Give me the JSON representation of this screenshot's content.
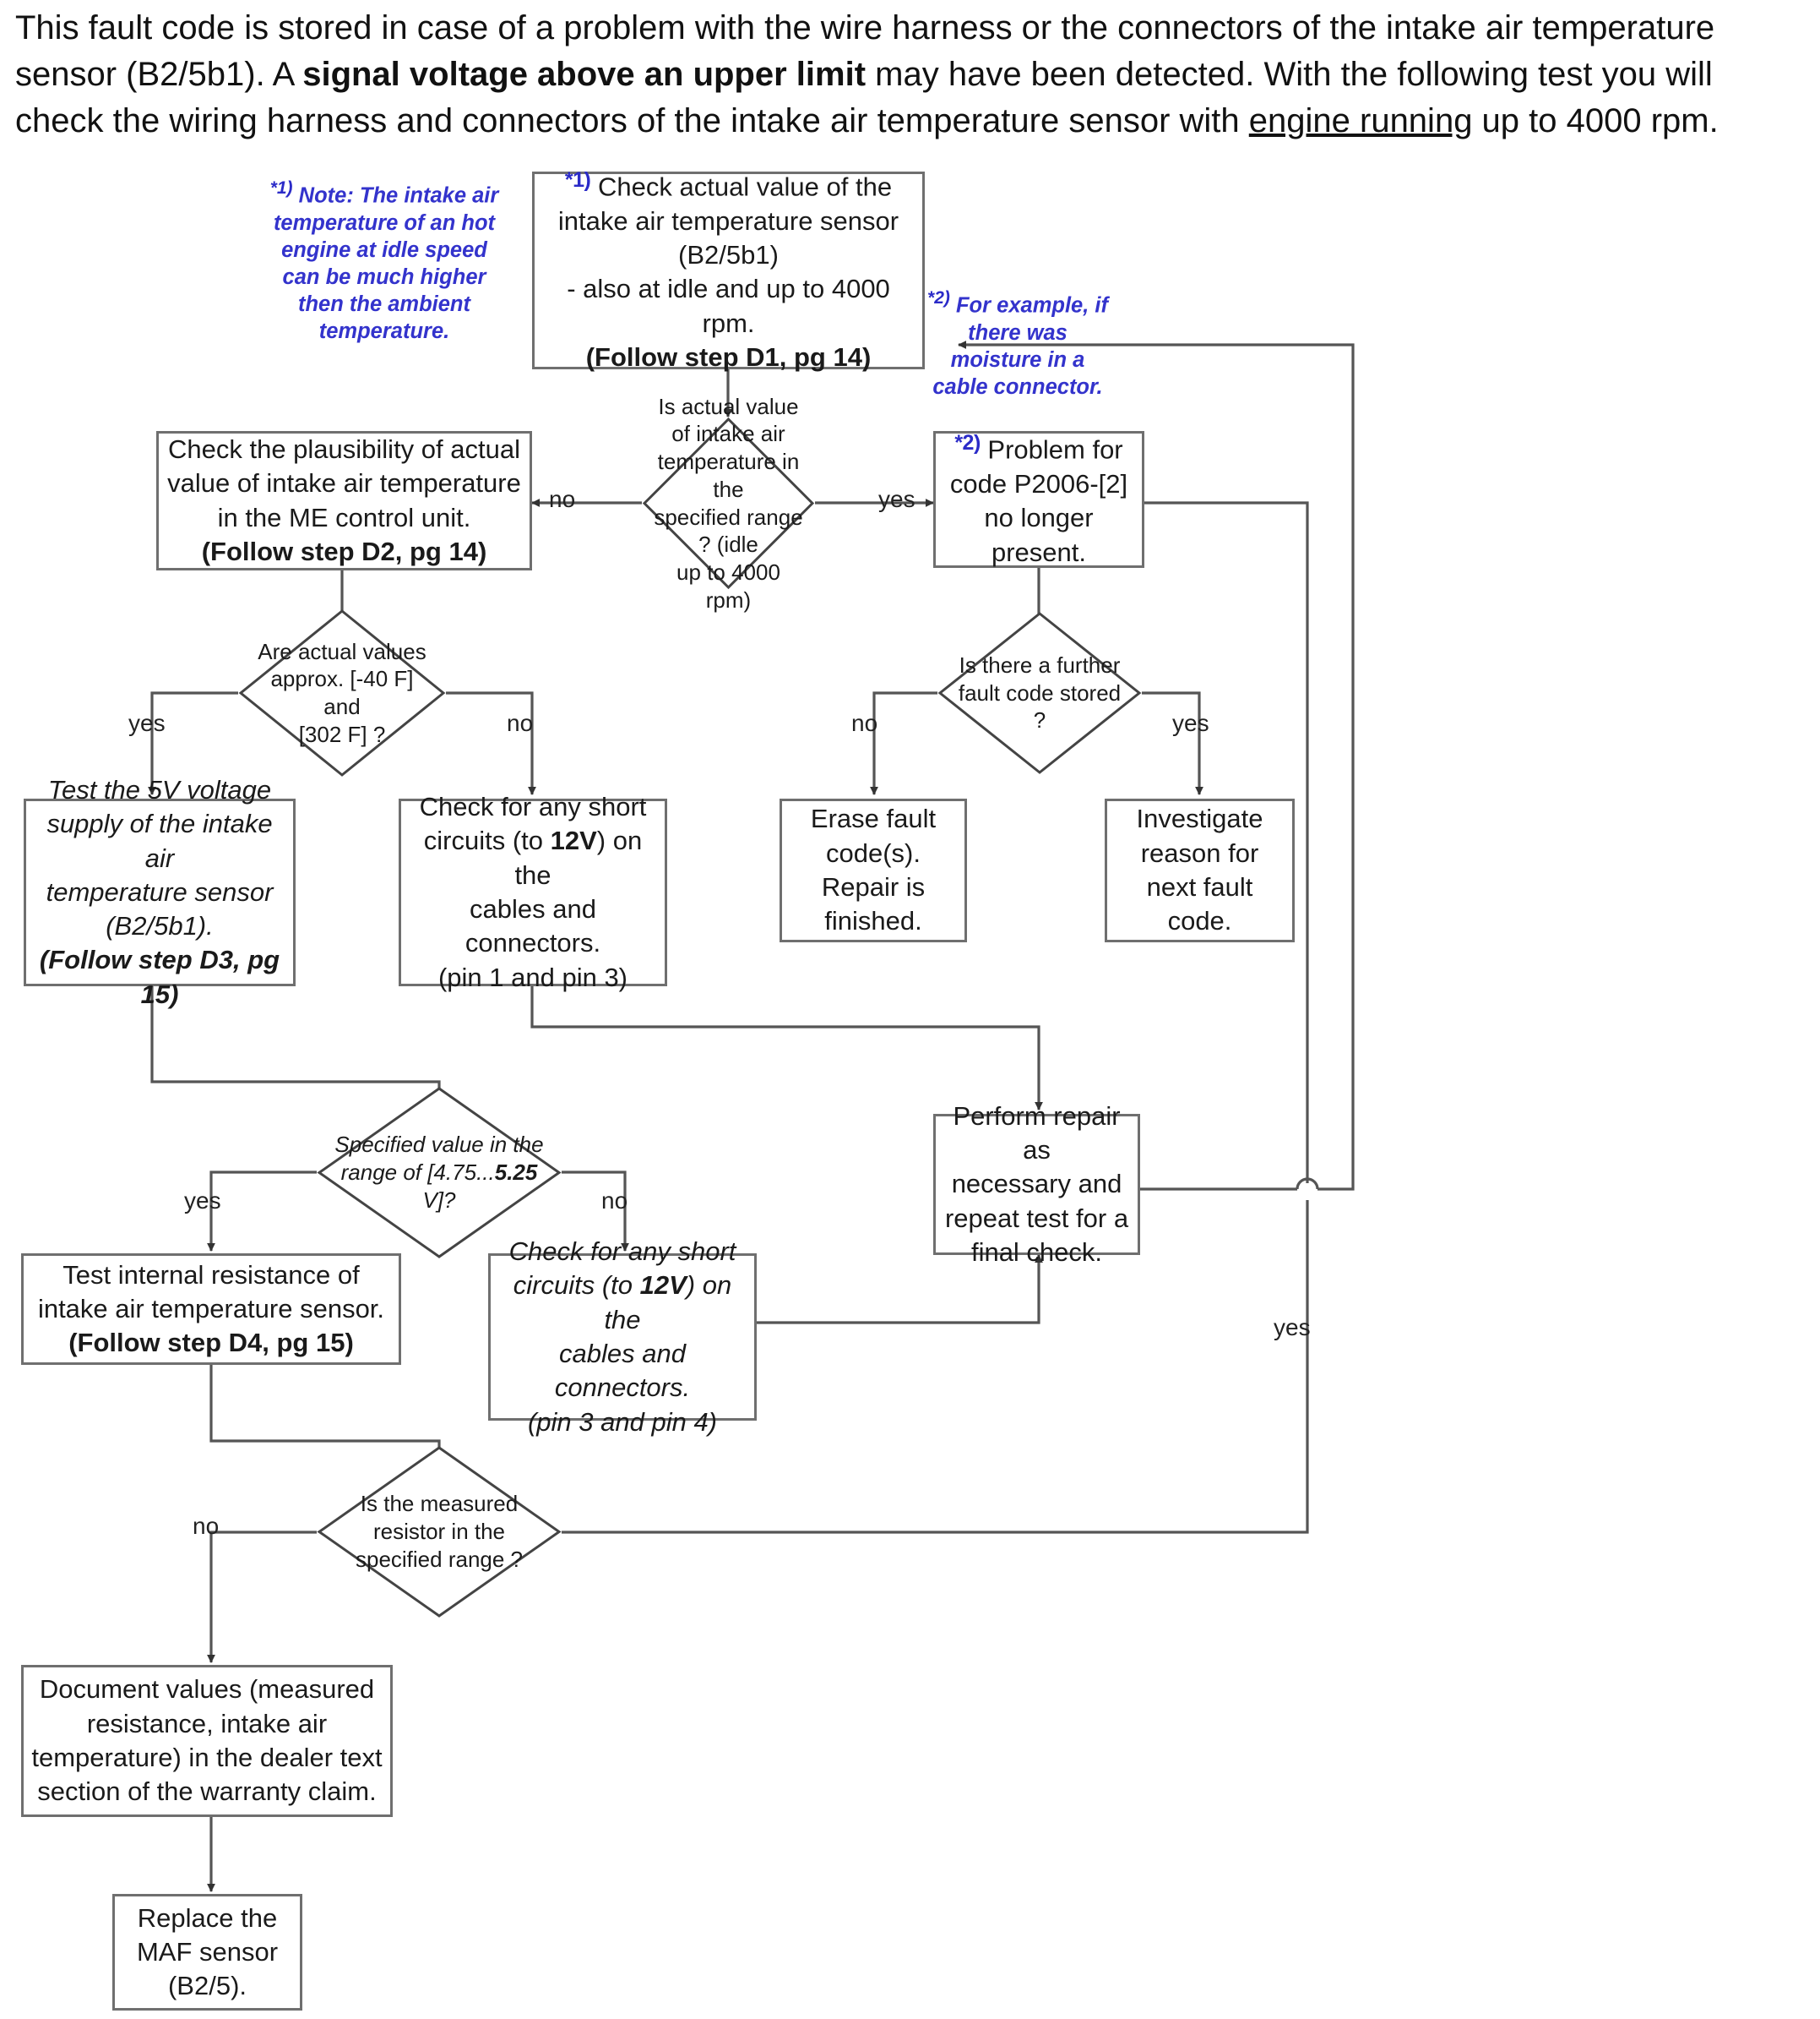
{
  "intro": {
    "p1": "This fault code is stored in case of a problem with the wire harness or the connectors of the intake air temperature sensor (B2/5b1). A ",
    "bold1": "signal voltage above an upper limit",
    "p2": " may have been detected. With the following test you will check the wiring harness and connectors of the intake air temperature sensor with ",
    "underline1": "engine running",
    "p3": " up to 4000 rpm."
  },
  "notes": {
    "note1_marker": "*1)",
    "note1_text": "Note: The intake air temperature of an hot engine at idle speed can be much higher then the ambient temperature.",
    "note2_marker": "*2)",
    "note2_text": "For example, if there was moisture in a cable connector."
  },
  "nodes": {
    "check_actual_value": {
      "marker": "*1)",
      "l1": " Check actual value of the",
      "l2": "intake air temperature sensor",
      "l3": "(B2/5b1)",
      "l4": "- also at idle and up to 4000 rpm.",
      "l5": "(Follow step D1, pg 14)"
    },
    "check_plausibility": {
      "l1": "Check the plausibility of actual",
      "l2": "value of intake air temperature",
      "l3": "in the ME control unit.",
      "l4": "(Follow step D2, pg 14)"
    },
    "problem_p2006": {
      "marker": "*2)",
      "l1": " Problem for",
      "l2": "code P2006-[2]",
      "l3": "no longer",
      "l4": "present."
    },
    "test_5v": {
      "l1": "Test the 5V voltage",
      "l2": "supply of the intake air",
      "l3": "temperature sensor",
      "l4": "(B2/5b1).",
      "l5": "(Follow step D3, pg",
      "l6": "15)"
    },
    "short_circuit_13": {
      "l1": "Check for any short",
      "l2a": "circuits (to ",
      "l2b": "12V",
      "l2c": ") on the",
      "l3": "cables and connectors.",
      "l4": "(pin 1 and pin 3)"
    },
    "erase_fault": {
      "l1": "Erase fault",
      "l2": "code(s).",
      "l3": "Repair is",
      "l4": "finished."
    },
    "investigate": {
      "l1": "Investigate",
      "l2": "reason for",
      "l3": "next fault code."
    },
    "perform_repair": {
      "l1": "Perform repair as",
      "l2": "necessary and",
      "l3": "repeat test  for a",
      "l4": "final check."
    },
    "test_internal_resistance": {
      "l1": "Test internal resistance of",
      "l2": "intake air temperature sensor.",
      "l3": "(Follow step D4, pg 15)"
    },
    "short_circuit_34": {
      "l1": "Check for any short",
      "l2a": "circuits (to ",
      "l2b": "12V",
      "l2c": ") on the",
      "l3": "cables and connectors.",
      "l4": "(pin 3 and pin 4)"
    },
    "document_values": {
      "l1": "Document values (measured",
      "l2": "resistance, intake air",
      "l3": "temperature) in the dealer text",
      "l4": "section of the warranty claim."
    },
    "replace_maf": {
      "l1": "Replace the",
      "l2": "MAF sensor",
      "l3": "(B2/5)."
    }
  },
  "decisions": {
    "actual_value_range": {
      "l1": "Is actual value",
      "l2": "of intake air",
      "l3": "temperature in the",
      "l4": "specified range ? (idle",
      "l5": "up to 4000 rpm)"
    },
    "approx_values": {
      "l1": "Are actual values",
      "l2": "approx. [-40 F] and",
      "l3": "[302 F] ?"
    },
    "further_fault_code": {
      "l1": "Is there a further",
      "l2": "fault code stored ?"
    },
    "specified_voltage": {
      "l1": "Specified value in the",
      "l2a": "range of [4.75...",
      "l2b": "5.25",
      "l2c": " V]?"
    },
    "measured_resistor": {
      "l1": "Is the measured",
      "l2": "resistor in the",
      "l3": "specified range ?"
    }
  },
  "edge_labels": {
    "no_1": "no",
    "yes_1": "yes",
    "yes_2": "yes",
    "no_2": "no",
    "no_3": "no",
    "yes_3": "yes",
    "yes_4": "yes",
    "no_4": "no",
    "no_5": "no",
    "yes_5": "yes"
  },
  "colors": {
    "note_blue": "#3333cc",
    "box_border": "#6f6f6f",
    "line": "#555555",
    "text": "#1a1a1a"
  }
}
